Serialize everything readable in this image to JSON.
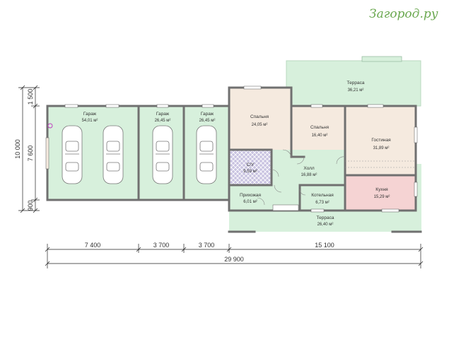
{
  "logo": "Загород.ру",
  "colors": {
    "floor_green": "#d7f0dc",
    "bedroom_beige": "#f5eadf",
    "kitchen_pink": "#f5d3d3",
    "bath_lilac": "#c8c2e0",
    "wall": "#707070",
    "window": "#ffffff",
    "dimension_line": "#222222"
  },
  "rooms": {
    "garage1": {
      "name": "Гараж",
      "area": "54,01 м²"
    },
    "garage2": {
      "name": "Гараж",
      "area": "26,45 м²"
    },
    "garage3": {
      "name": "Гараж",
      "area": "26,45 м²"
    },
    "bedroom1": {
      "name": "Спальня",
      "area": "24,05 м²"
    },
    "bedroom2": {
      "name": "Спальня",
      "area": "16,40 м²"
    },
    "living": {
      "name": "Гостиная",
      "area": "31,89 м²"
    },
    "terrace_top": {
      "name": "Терраса",
      "area": "36,21 м²"
    },
    "bath": {
      "name": "С/У",
      "area": "9,59 м²"
    },
    "hall": {
      "name": "Холл",
      "area": "16,88 м²"
    },
    "hallway": {
      "name": "Прихожая",
      "area": "6,01 м²"
    },
    "boiler": {
      "name": "Котельная",
      "area": "6,73 м²"
    },
    "kitchen": {
      "name": "Кухня",
      "area": "15,29 м²"
    },
    "terrace_bottom": {
      "name": "Терраса",
      "area": "26,40 м²"
    }
  },
  "dimensions": {
    "bottom": [
      "7 400",
      "3 700",
      "3 700",
      "15 100"
    ],
    "total": "29 900",
    "left_segments": [
      "1 500",
      "7 600",
      "900"
    ],
    "left_total": "10 000"
  }
}
